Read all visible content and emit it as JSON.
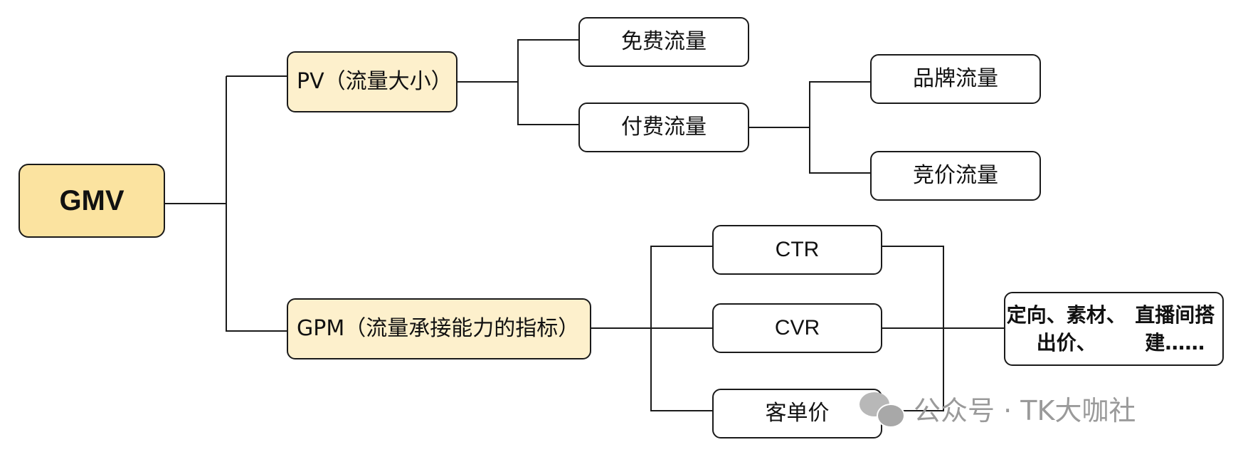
{
  "diagram": {
    "root": {
      "label": "GMV"
    },
    "pv": {
      "label": "PV（流量大小）"
    },
    "gpm": {
      "label": "GPM（流量承接能力的指标）"
    },
    "free_traffic": {
      "label": "免费流量"
    },
    "paid_traffic": {
      "label": "付费流量"
    },
    "brand_traffic": {
      "label": "品牌流量"
    },
    "bid_traffic": {
      "label": "竞价流量"
    },
    "ctr": {
      "label": "CTR"
    },
    "cvr": {
      "label": "CVR"
    },
    "aov": {
      "label": "客单价"
    },
    "actions": {
      "line1": "定向、素材、出价、",
      "line2": "直播间搭建……"
    }
  },
  "watermark": {
    "text": "公众号 · TK大咖社",
    "icon": "wechat-icon"
  },
  "colors": {
    "root_fill": "#fbe3a0",
    "level1_fill": "#fdf0cc",
    "stroke": "#1a1a1a"
  }
}
